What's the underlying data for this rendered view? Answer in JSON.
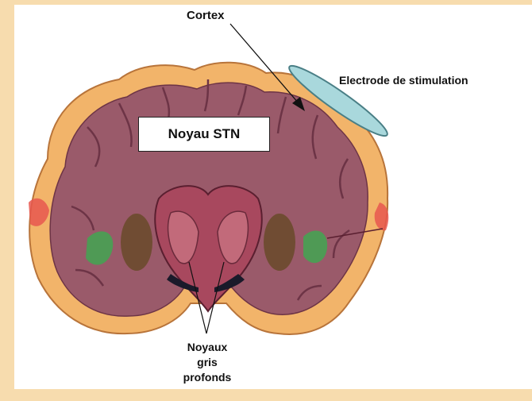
{
  "labels": {
    "cortex": "Cortex",
    "electrode": "Electrode de stimulation",
    "stn": "Noyau STN",
    "noyaux_line1": "Noyaux",
    "noyaux_line2": "gris",
    "noyaux_line3": "profonds"
  },
  "colors": {
    "background": "#f7dcae",
    "panel": "#ffffff",
    "cortex_gray_matter": "#f2b46a",
    "white_matter": "#9a5a6a",
    "deep_nuclei": "#a8485e",
    "putamen_brown": "#6b4a2e",
    "insula_green": "#4f9a55",
    "electrode_fill": "#a9d8dc",
    "electrode_stroke": "#4a7f86",
    "highlight_red": "#e8574f"
  }
}
